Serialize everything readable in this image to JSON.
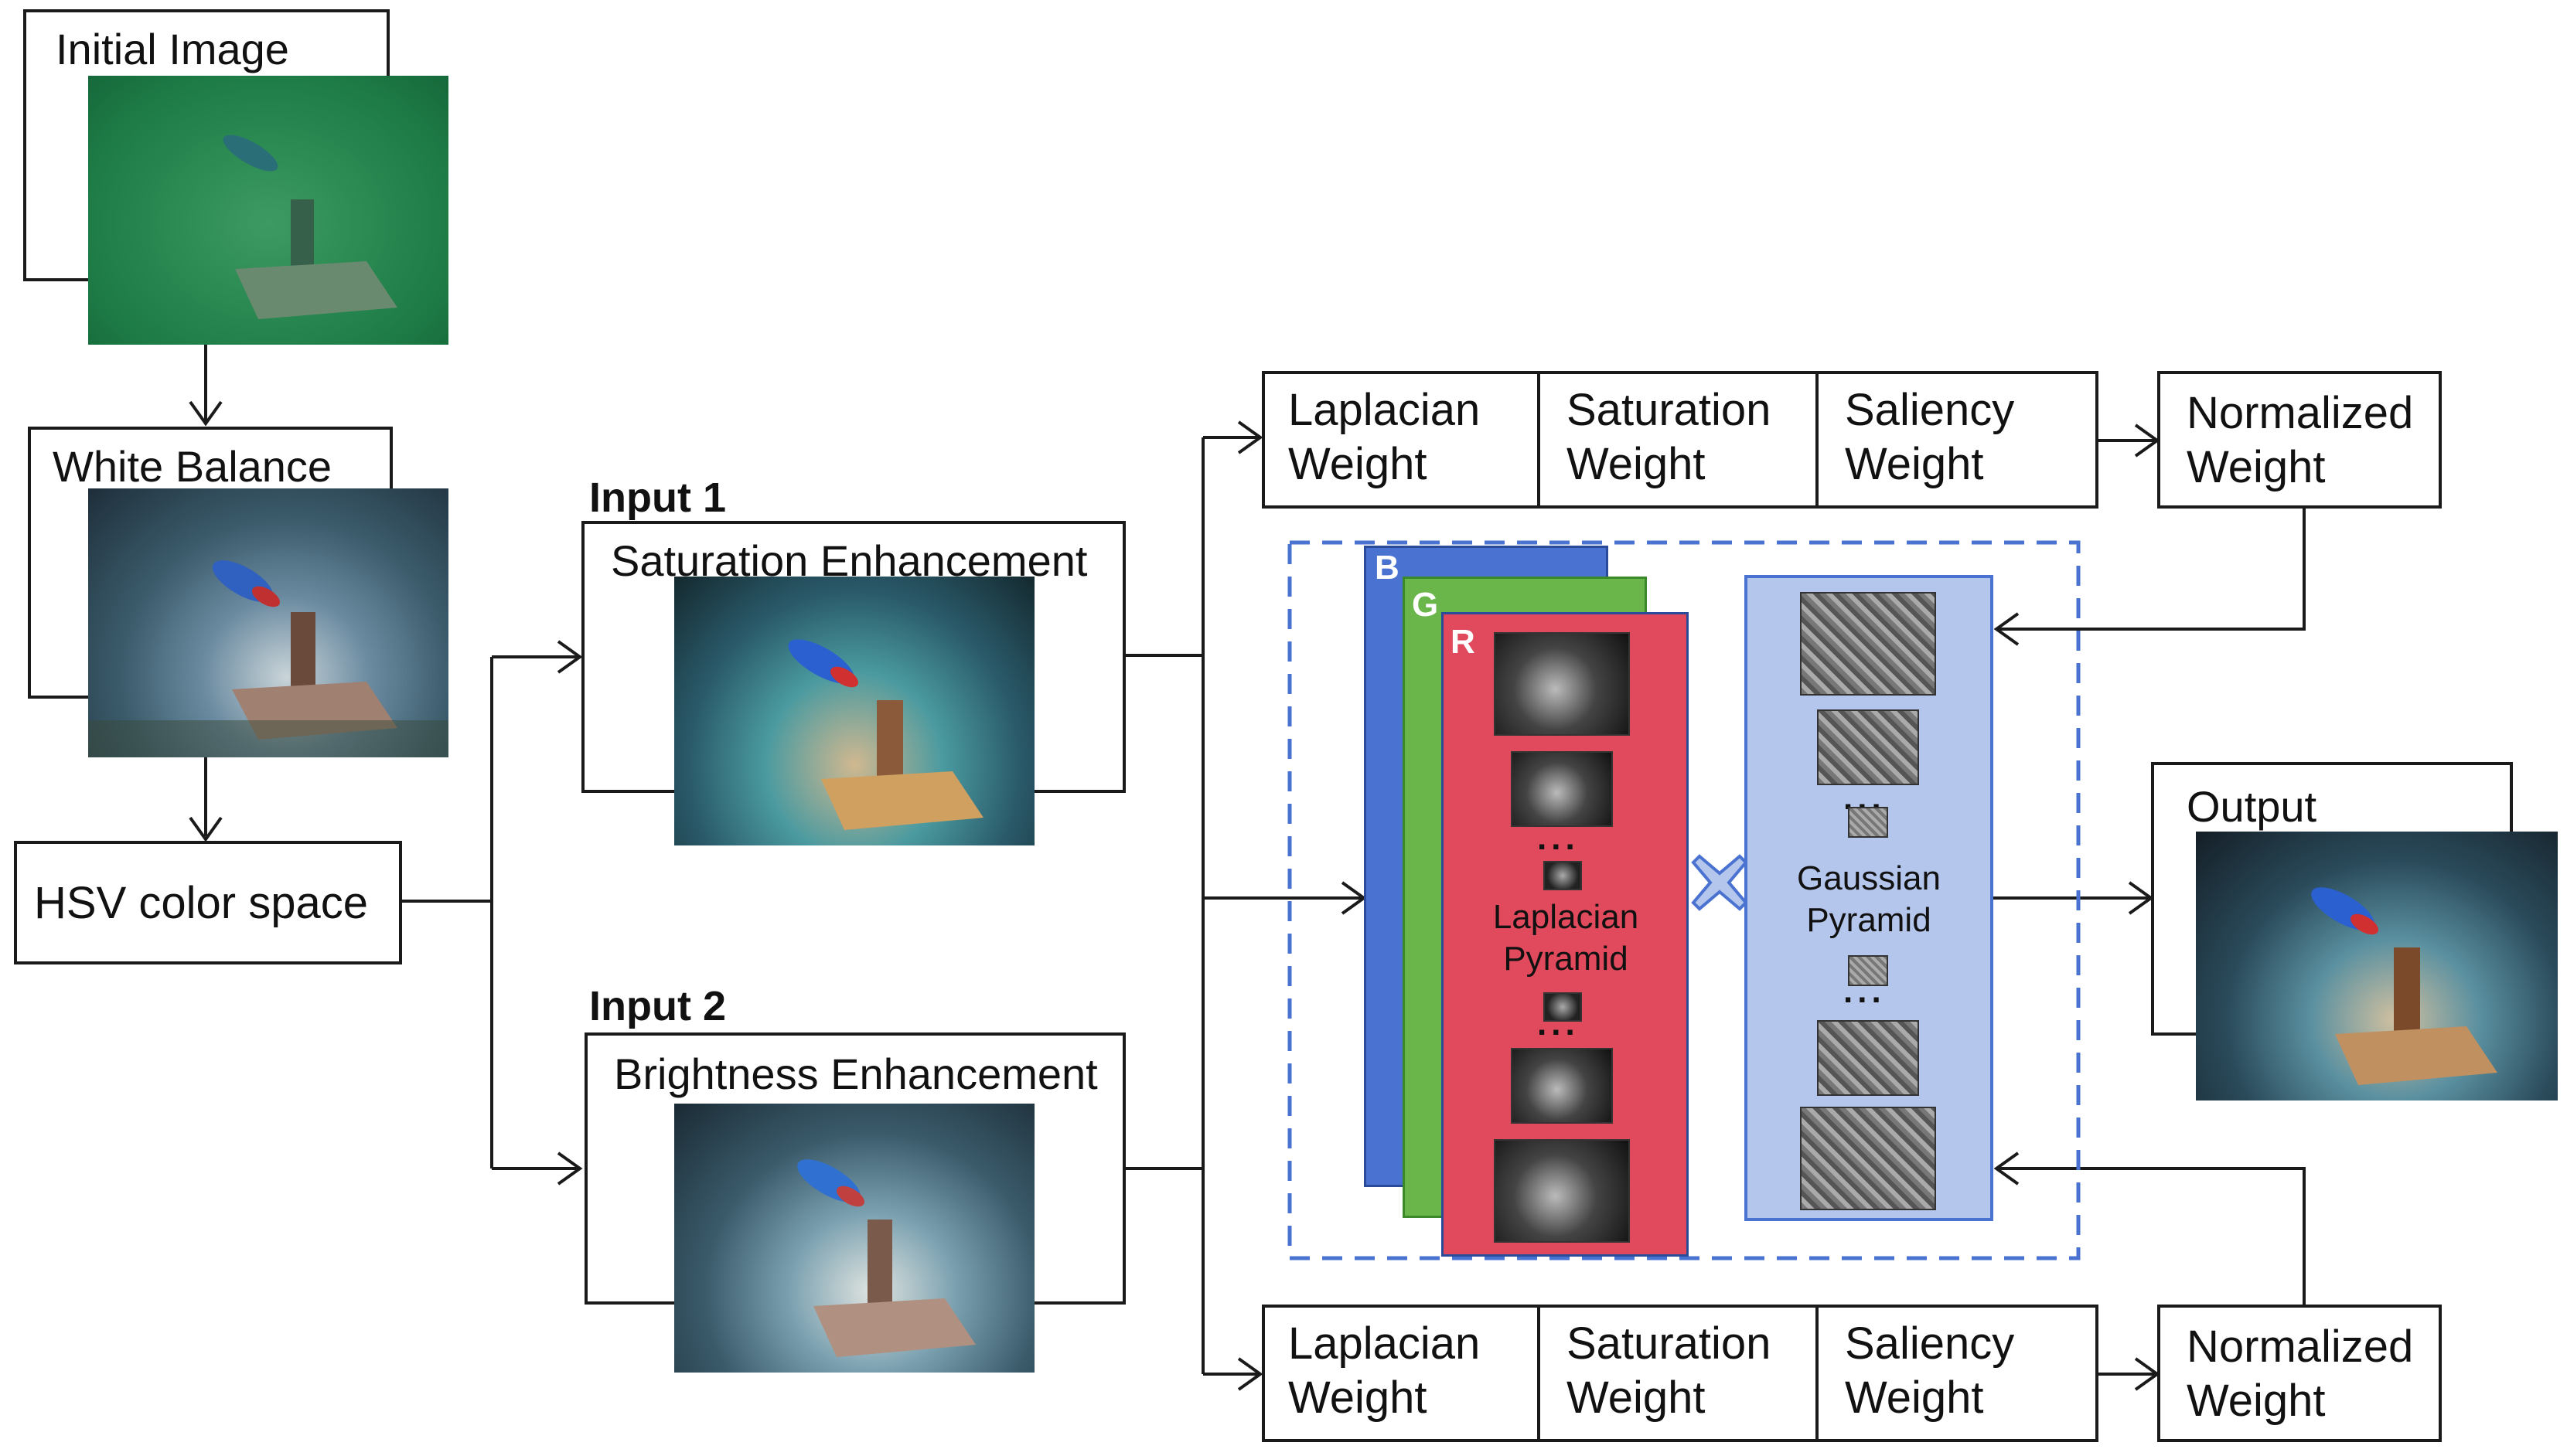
{
  "nodes": {
    "initial_image": "Initial Image",
    "white_balance": "White Balance",
    "hsv": "HSV color space",
    "input1_title": "Input 1",
    "input1_label": "Saturation Enhancement",
    "input2_title": "Input 2",
    "input2_label": "Brightness Enhancement",
    "output": "Output"
  },
  "weights_top": {
    "laplacian": [
      "Laplacian",
      "Weight"
    ],
    "saturation": [
      "Saturation",
      "Weight"
    ],
    "saliency": [
      "Saliency",
      "Weight"
    ],
    "normalized": [
      "Normalized",
      "Weight"
    ]
  },
  "weights_bottom": {
    "laplacian": [
      "Laplacian",
      "Weight"
    ],
    "saturation": [
      "Saturation",
      "Weight"
    ],
    "saliency": [
      "Saliency",
      "Weight"
    ],
    "normalized": [
      "Normalized",
      "Weight"
    ]
  },
  "pyramids": {
    "channels": [
      "B",
      "G",
      "R"
    ],
    "laplacian": [
      "Laplacian",
      "Pyramid"
    ],
    "gaussian": [
      "Gaussian",
      "Pyramid"
    ],
    "dots": "...",
    "multiply_icon": "cross-multiply-icon"
  },
  "colors": {
    "blue_channel": "#4a72d0",
    "green_channel": "#6ab64a",
    "red_channel": "#e04a5c",
    "gaussian_panel": "#b4c6ec",
    "dashed_frame": "#4a72d0"
  }
}
